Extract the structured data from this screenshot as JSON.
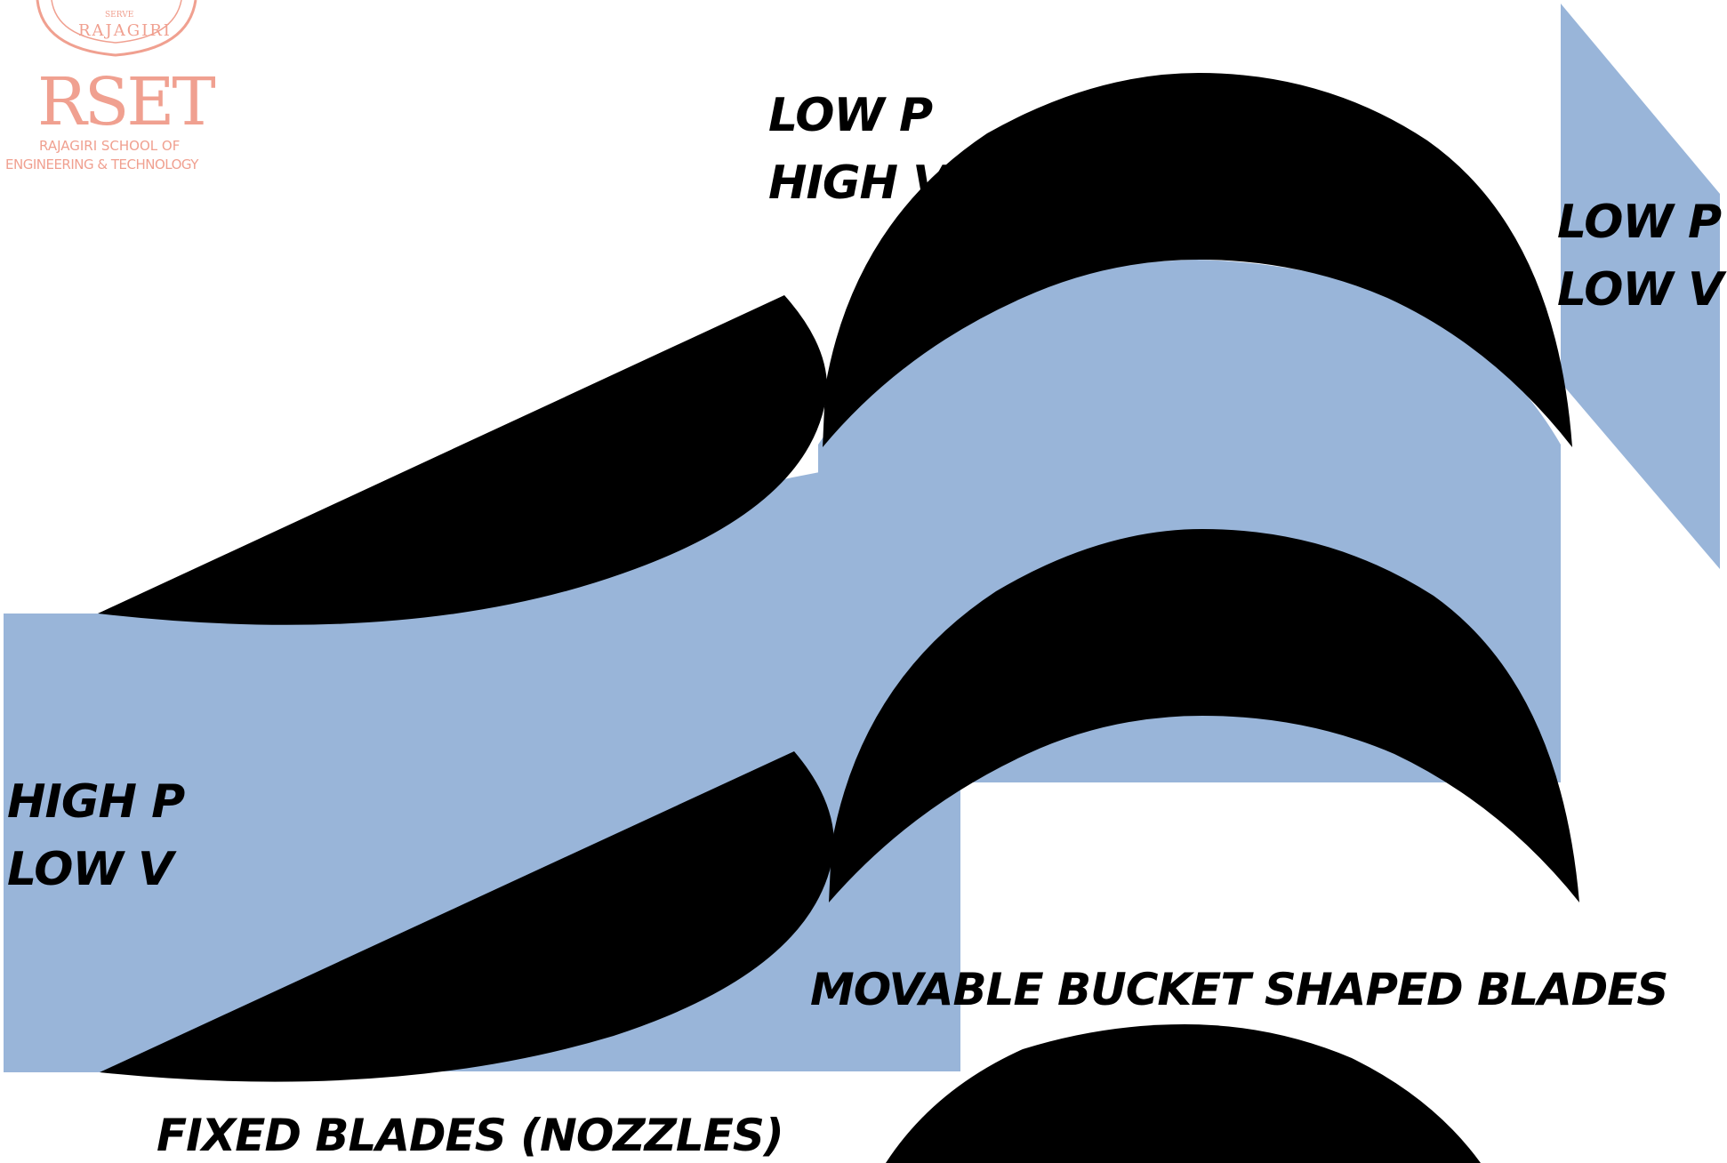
{
  "logo": {
    "seal_text": "RAJAGIRI",
    "seal_subtext": "SERVE",
    "title": "RSET",
    "subtitle_line1": "RAJAGIRI SCHOOL OF",
    "subtitle_line2": "ENGINEERING & TECHNOLOGY"
  },
  "labels": {
    "top": {
      "line1": "LOW P",
      "line2": "HIGH V"
    },
    "right": {
      "line1": "LOW P",
      "line2": "LOW V"
    },
    "left": {
      "line1": "HIGH P",
      "line2": "LOW V"
    },
    "movable_blades": "MOVABLE BUCKET SHAPED BLADES",
    "fixed_blades": "FIXED BLADES (NOZZLES)"
  },
  "colors": {
    "steam_flow": "#99b5d9",
    "blade": "#000000",
    "logo": "#f0a090",
    "text": "#000000"
  }
}
